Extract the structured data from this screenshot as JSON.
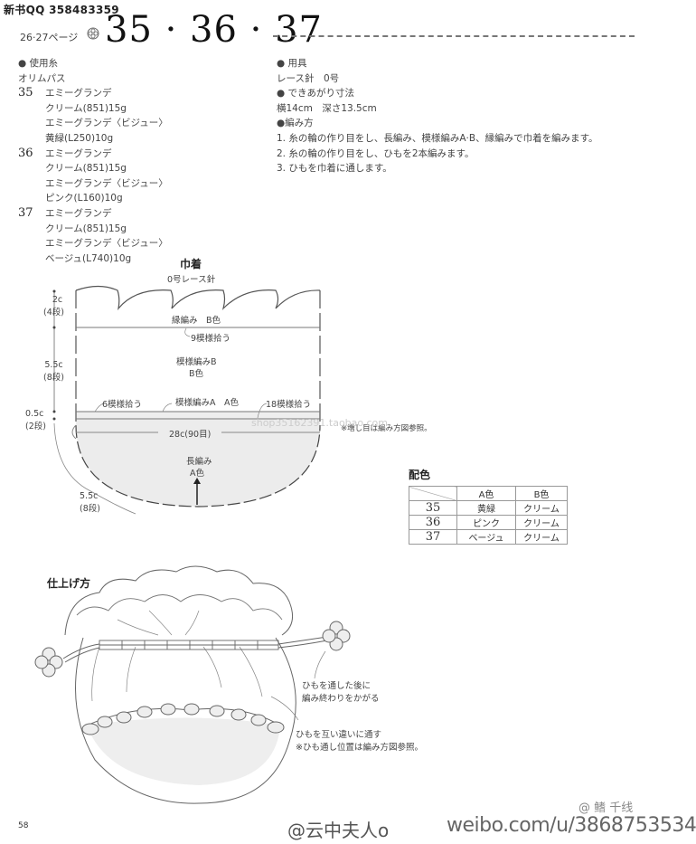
{
  "header": {
    "qq": "新书QQ 358483359",
    "page_ref": "26·27ページ",
    "title": "35 · 36 · 37"
  },
  "yarn": {
    "heading": "● 使用糸",
    "brand": "オリムパス",
    "items": [
      {
        "num": "35",
        "lines": [
          "エミーグランデ",
          "クリーム(851)15g",
          "エミーグランデ〈ビジュー〉",
          "黄緑(L250)10g"
        ]
      },
      {
        "num": "36",
        "lines": [
          "エミーグランデ",
          "クリーム(851)15g",
          "エミーグランデ〈ビジュー〉",
          "ピンク(L160)10g"
        ]
      },
      {
        "num": "37",
        "lines": [
          "エミーグランデ",
          "クリーム(851)15g",
          "エミーグランデ〈ビジュー〉",
          "ベージュ(L740)10g"
        ]
      }
    ]
  },
  "tools": {
    "heading": "● 用具",
    "value": "レース針　0号",
    "size_heading": "● できあがり寸法",
    "size_value": "横14cm　深さ13.5cm",
    "method_heading": "●編み方",
    "steps": [
      "1. 糸の輪の作り目をし、長編み、模様編みA·B、縁編みで巾着を編みます。",
      "2. 糸の輪の作り目をし、ひもを2本編みます。",
      "3. ひもを巾着に通します。"
    ]
  },
  "diagram": {
    "title": "巾着",
    "needle": "0号レース針",
    "dims": {
      "top_c": "2c",
      "top_rows": "(4段)",
      "mid_c": "5.5c",
      "mid_rows": "(8段)",
      "band_c": "0.5c",
      "band_rows": "(2段)",
      "bottom_c": "5.5c",
      "bottom_rows": "(8段)"
    },
    "labels": {
      "edge": "縁編み　B色",
      "pick9": "9模様拾う",
      "patternB": "模様編みB",
      "colorB": "B色",
      "pick6": "6模様拾う",
      "patternA": "模様編みA　A色",
      "pick18": "18模様拾う",
      "circ": "28c(90目)",
      "long": "長編み",
      "colorA": "A色",
      "note": "※増し目は編み方図参照。",
      "watermark": "shop35162391.taobao.com"
    }
  },
  "color_table": {
    "title": "配色",
    "headers": [
      "",
      "A色",
      "B色"
    ],
    "rows": [
      [
        "35",
        "黄緑",
        "クリーム"
      ],
      [
        "36",
        "ピンク",
        "クリーム"
      ],
      [
        "37",
        "ベージュ",
        "クリーム"
      ]
    ]
  },
  "finishing": {
    "title": "仕上げ方",
    "note1": [
      "ひもを通した後に",
      "編み終わりをかがる"
    ],
    "note2": [
      "ひもを互い違いに通す",
      "※ひも通し位置は編み方図参照。"
    ]
  },
  "footer": {
    "page_number": "58",
    "watermark_user": "@云中夫人o",
    "watermark_url": "weibo.com/u/3868753534",
    "watermark_weibo": "@ 鳍 千线"
  }
}
